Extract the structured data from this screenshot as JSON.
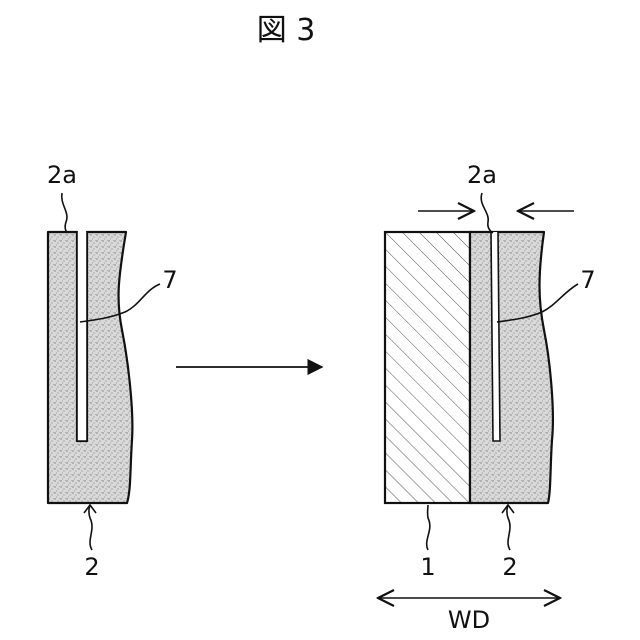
{
  "figure": {
    "title": "図 3"
  },
  "labels": {
    "left_slit": "2a",
    "left_crack": "7",
    "left_member": "2",
    "right_slit": "2a",
    "right_crack": "7",
    "right_block": "1",
    "right_member": "2",
    "width": "WD"
  },
  "colors": {
    "ink": "#111111",
    "stipple_base": "#d9d9d9",
    "stipple_dot": "#7a7a7a",
    "hatch": "#555555",
    "background": "#ffffff"
  }
}
